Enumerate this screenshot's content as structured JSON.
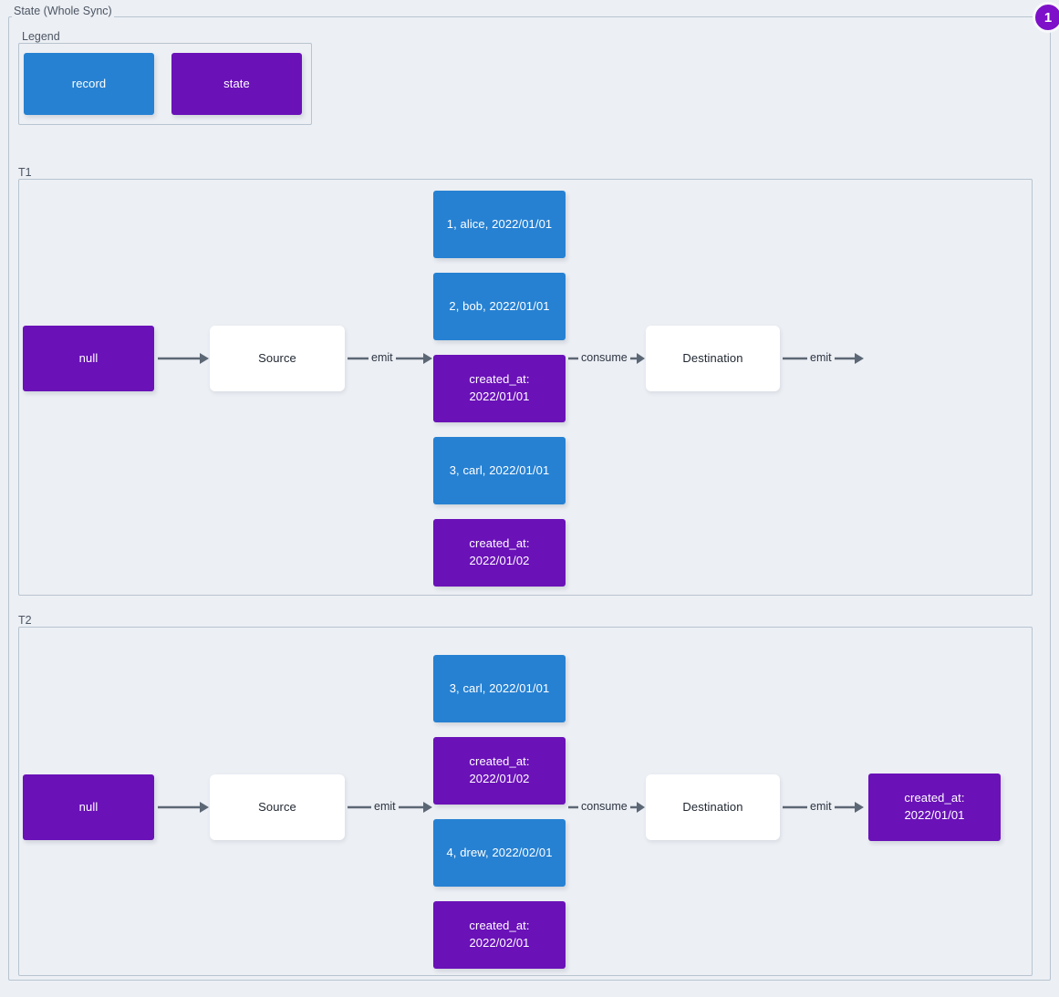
{
  "diagram": {
    "title": "State (Whole Sync)",
    "badge": "1",
    "colors": {
      "record": "#2681d2",
      "state": "#6a11b8",
      "background": "#eceff4",
      "border": "#b8c4d0",
      "edge": "#5c6775",
      "badge": "#7d10c8"
    }
  },
  "legend": {
    "title": "Legend",
    "items": [
      {
        "label": "record",
        "kind": "record"
      },
      {
        "label": "state",
        "kind": "state"
      }
    ]
  },
  "groups": [
    {
      "label": "T1",
      "nodes": {
        "initial_state": "null",
        "source": "Source",
        "destination": "Destination",
        "stack": [
          {
            "label": "1, alice, 2022/01/01",
            "kind": "record"
          },
          {
            "label": "2, bob, 2022/01/01",
            "kind": "record"
          },
          {
            "label": "created_at:\n2022/01/01",
            "kind": "state"
          },
          {
            "label": "3, carl, 2022/01/01",
            "kind": "record"
          },
          {
            "label": "created_at:\n2022/01/02",
            "kind": "state"
          }
        ],
        "final_state": ""
      },
      "edges": {
        "state_to_source": "",
        "source_emit": "emit",
        "consume": "consume",
        "destination_emit": "emit"
      }
    },
    {
      "label": "T2",
      "nodes": {
        "initial_state": "null",
        "source": "Source",
        "destination": "Destination",
        "stack": [
          {
            "label": "3, carl, 2022/01/01",
            "kind": "record"
          },
          {
            "label": "created_at:\n2022/01/02",
            "kind": "state"
          },
          {
            "label": "4, drew, 2022/02/01",
            "kind": "record"
          },
          {
            "label": "created_at:\n2022/02/01",
            "kind": "state"
          }
        ],
        "final_state": "created_at:\n2022/01/01"
      },
      "edges": {
        "state_to_source": "",
        "source_emit": "emit",
        "consume": "consume",
        "destination_emit": "emit"
      }
    }
  ]
}
